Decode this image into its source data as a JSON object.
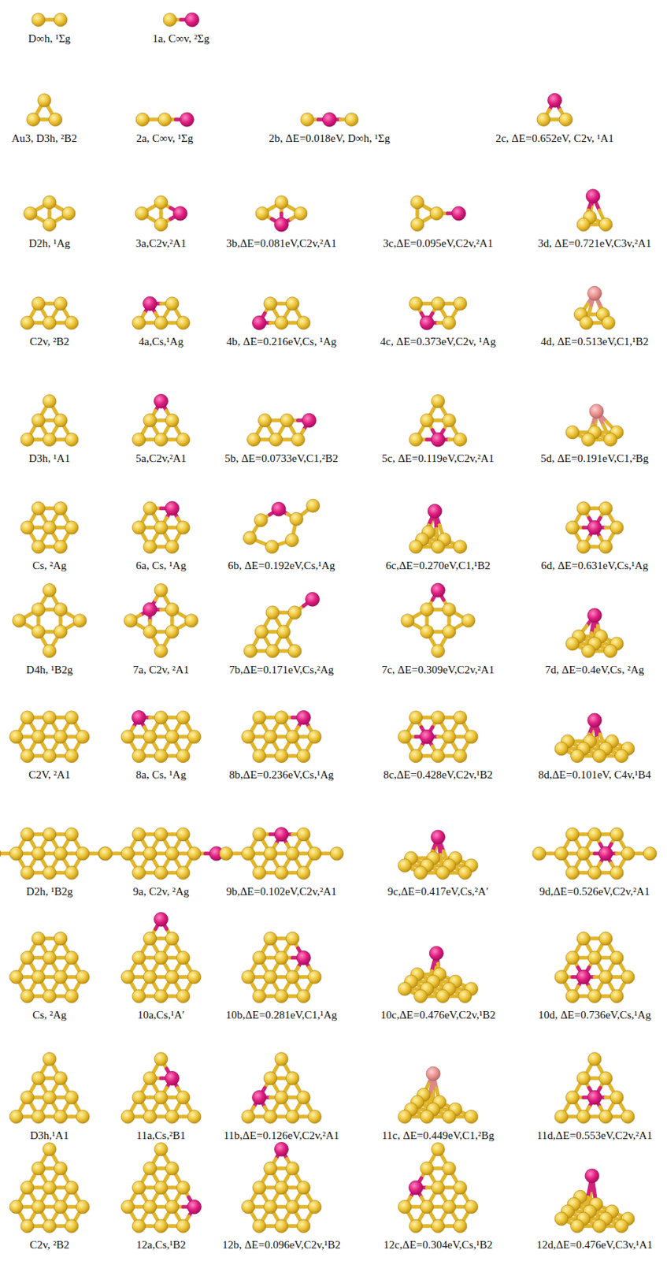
{
  "diagram": {
    "labels": [
      "D∞h, ¹Σg",
      "1a, C∞v, ²Σg",
      "Au3, D3h, ²B2",
      "2a, C∞v, ¹Σg",
      "2b, ΔE=0.018eV, D∞h, ¹Σg",
      "2c, ΔE=0.652eV, C2v, ¹A1",
      "D2h, ¹Ag",
      "3a,C2v,²A1",
      "3b,ΔE=0.081eV,C2v,²A1",
      "3c,ΔE=0.095eV,C2v,²A1",
      "3d, ΔE=0.721eV,C3v,²A1",
      "C2v, ²B2",
      "4a,Cs,¹Ag",
      "4b, ΔE=0.216eV,Cs, ¹Ag",
      "4c, ΔE=0.373eV,C2v, ¹Ag",
      "4d, ΔE=0.513eV,C1,¹B2",
      "D3h, ¹A1",
      "5a,C2v,²A1",
      "5b, ΔE=0.0733eV,C1,²B2",
      "5c, ΔE=0.119eV,C2v,²A1",
      "5d, ΔE=0.191eV,C1,²Bg",
      "Cs, ²Ag",
      "6a, Cs, ¹Ag",
      "6b, ΔE=0.192eV,Cs,¹Ag",
      "6c,ΔE=0.270eV,C1,¹B2",
      "6d, ΔE=0.631eV,Cs,¹Ag",
      "D4h, ¹B2g",
      "7a, C2v, ²A1",
      "7b,ΔE=0.171eV,Cs,²Ag",
      "7c, ΔE=0.309eV,C2v,²A1",
      "7d, ΔE=0.4eV,Cs, ²Ag",
      "C2V, ²A1",
      "8a, Cs, ¹Ag",
      "8b,ΔE=0.236eV,Cs,¹Ag",
      "8c,ΔE=0.428eV,C2v,¹B2",
      "8d,ΔE=0.101eV, C4v,¹B4",
      "D2h, ¹B2g",
      "9a, C2v, ²Ag",
      "9b,ΔE=0.102eV,C2v,²A1",
      "9c,ΔE=0.417eV,Cs,²A′",
      "9d,ΔE=0.526eV,C2v,²A1",
      "Cs, ²Ag",
      "10a,Cs,¹A′",
      "10b,ΔE=0.281eV,C1,¹Ag",
      "10c,ΔE=0.476eV,C2v,¹B2",
      "10d, ΔE=0.736eV,Cs,¹Ag",
      "D3h,¹A1",
      "11a,Cs,²B1",
      "11b,ΔE=0.126eV,C2v,²A1",
      "11c, ΔE=0.449eV,C1,²Bg",
      "11d,ΔE=0.553eV,C2v,²A1",
      "C2v, ²B2",
      "12a,Cs,¹B2",
      "12b, ΔE=0.096eV,C2v,¹B2",
      "12c,ΔE=0.304eV,Cs,¹B2",
      "12d,ΔE=0.476eV,C3v,¹A1"
    ]
  }
}
